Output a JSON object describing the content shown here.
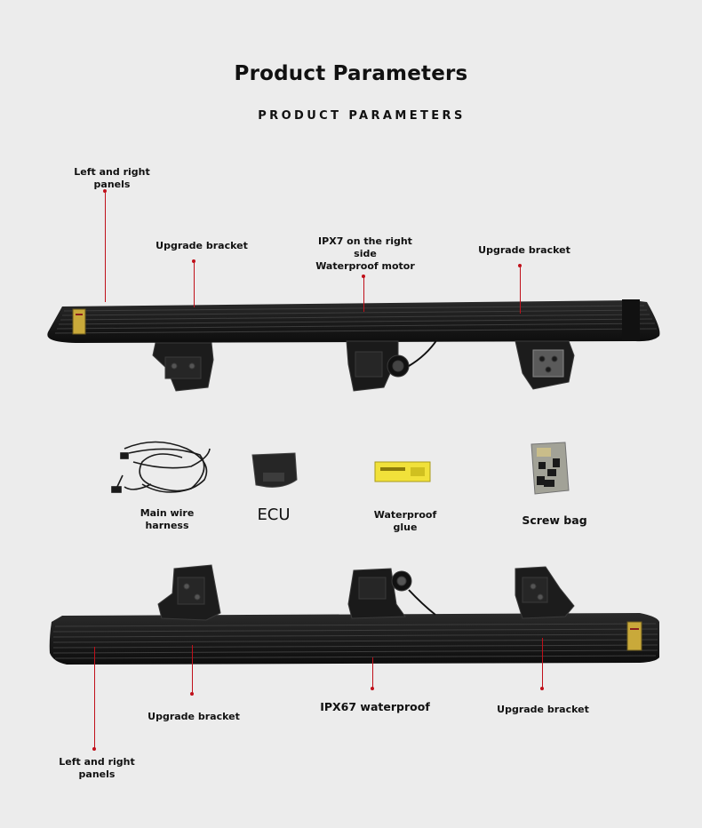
{
  "header": {
    "title": "Product Parameters",
    "subtitle": "PRODUCT PARAMETERS"
  },
  "top_diagram": {
    "labels": {
      "panels": "Left and right\npanels",
      "bracket_left": "Upgrade bracket",
      "motor": "IPX7 on the right\nside\nWaterproof motor",
      "bracket_right": "Upgrade bracket"
    }
  },
  "accessories": {
    "harness": "Main wire\nharness",
    "ecu": "ECU",
    "glue": "Waterproof\nglue",
    "screws": "Screw bag"
  },
  "bottom_diagram": {
    "labels": {
      "panels": "Left and right\npanels",
      "bracket_left": "Upgrade bracket",
      "waterproof": "IPX67 waterproof",
      "bracket_right": "Upgrade bracket"
    }
  },
  "colors": {
    "accent_red": "#c0101a",
    "board_black": "#161616",
    "background": "#ececec"
  }
}
